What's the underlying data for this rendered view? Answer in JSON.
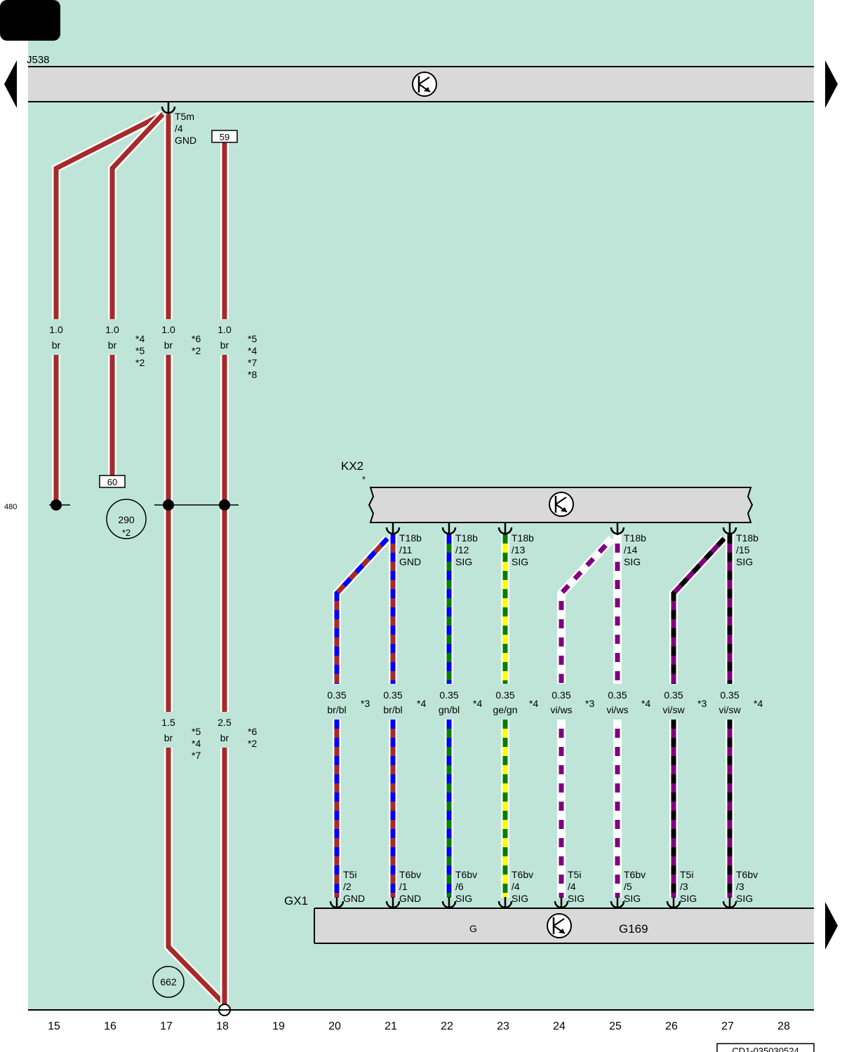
{
  "colors": {
    "background": "#bfe5d8",
    "module": "#d9d9d9",
    "br": "#a52a2a",
    "bl": "#0000ff",
    "gn": "#008000",
    "ge": "#ffff00",
    "ws": "#ffffff",
    "vi": "#800080",
    "sw": "#000000"
  },
  "j538": {
    "label": "J538"
  },
  "kx2": {
    "label": "KX2",
    "star": "*"
  },
  "gx1": {
    "label": "GX1",
    "g_label": "G",
    "g169_label": "G169"
  },
  "row_label": "480",
  "doc_code": "CD1-035030524",
  "columns": [
    "15",
    "16",
    "17",
    "18",
    "19",
    "20",
    "21",
    "22",
    "23",
    "24",
    "25",
    "26",
    "27",
    "28"
  ],
  "top_connector": {
    "name": "T5m",
    "pin": "/4",
    "signal": "GND"
  },
  "boxes": [
    {
      "id": "box-59",
      "text": "59"
    },
    {
      "id": "box-60",
      "text": "60"
    }
  ],
  "circles": [
    {
      "id": "circle-290",
      "text": "290",
      "sub": "*2"
    },
    {
      "id": "circle-662",
      "text": "662",
      "sub": ""
    }
  ],
  "left_wires": [
    {
      "col": "15",
      "size": "1.0",
      "color": "br",
      "notes": []
    },
    {
      "col": "16",
      "size": "1.0",
      "color": "br",
      "notes": [
        "*4",
        "*5",
        "*2"
      ]
    },
    {
      "col": "17",
      "size": "1.0",
      "color": "br",
      "notes": [
        "*6",
        "*2"
      ]
    },
    {
      "col": "18",
      "size": "1.0",
      "color": "br",
      "notes": [
        "*5",
        "*4",
        "*7",
        "*8"
      ]
    }
  ],
  "lower_wires": [
    {
      "col": "17",
      "size": "1.5",
      "color": "br",
      "notes": [
        "*5",
        "*4",
        "*7"
      ]
    },
    {
      "col": "18",
      "size": "2.5",
      "color": "br",
      "notes": [
        "*6",
        "*2"
      ]
    }
  ],
  "signal_wires": [
    {
      "col": "20",
      "size": "0.35",
      "color": "br/bl",
      "note": "*3",
      "top_conn": "",
      "top_pin": "",
      "top_sig": "",
      "bot_conn": "T5i",
      "bot_pin": "/2",
      "bot_sig": "GND"
    },
    {
      "col": "21",
      "size": "0.35",
      "color": "br/bl",
      "note": "*4",
      "top_conn": "T18b",
      "top_pin": "/11",
      "top_sig": "GND",
      "bot_conn": "T6bv",
      "bot_pin": "/1",
      "bot_sig": "GND"
    },
    {
      "col": "22",
      "size": "0.35",
      "color": "gn/bl",
      "note": "*4",
      "top_conn": "T18b",
      "top_pin": "/12",
      "top_sig": "SIG",
      "bot_conn": "T6bv",
      "bot_pin": "/6",
      "bot_sig": "SIG"
    },
    {
      "col": "23",
      "size": "0.35",
      "color": "ge/gn",
      "note": "*4",
      "top_conn": "T18b",
      "top_pin": "/13",
      "top_sig": "SIG",
      "bot_conn": "T6bv",
      "bot_pin": "/4",
      "bot_sig": "SIG"
    },
    {
      "col": "24",
      "size": "0.35",
      "color": "vi/ws",
      "note": "*3",
      "top_conn": "",
      "top_pin": "",
      "top_sig": "",
      "bot_conn": "T5i",
      "bot_pin": "/4",
      "bot_sig": "SIG"
    },
    {
      "col": "25",
      "size": "0.35",
      "color": "vi/ws",
      "note": "*4",
      "top_conn": "T18b",
      "top_pin": "/14",
      "top_sig": "SIG",
      "bot_conn": "T6bv",
      "bot_pin": "/5",
      "bot_sig": "SIG"
    },
    {
      "col": "26",
      "size": "0.35",
      "color": "vi/sw",
      "note": "*3",
      "top_conn": "",
      "top_pin": "",
      "top_sig": "",
      "bot_conn": "T5i",
      "bot_pin": "/3",
      "bot_sig": "SIG"
    },
    {
      "col": "27",
      "size": "0.35",
      "color": "vi/sw",
      "note": "*4",
      "top_conn": "T18b",
      "top_pin": "/15",
      "top_sig": "SIG",
      "bot_conn": "T6bv",
      "bot_pin": "/3",
      "bot_sig": "SIG"
    }
  ]
}
